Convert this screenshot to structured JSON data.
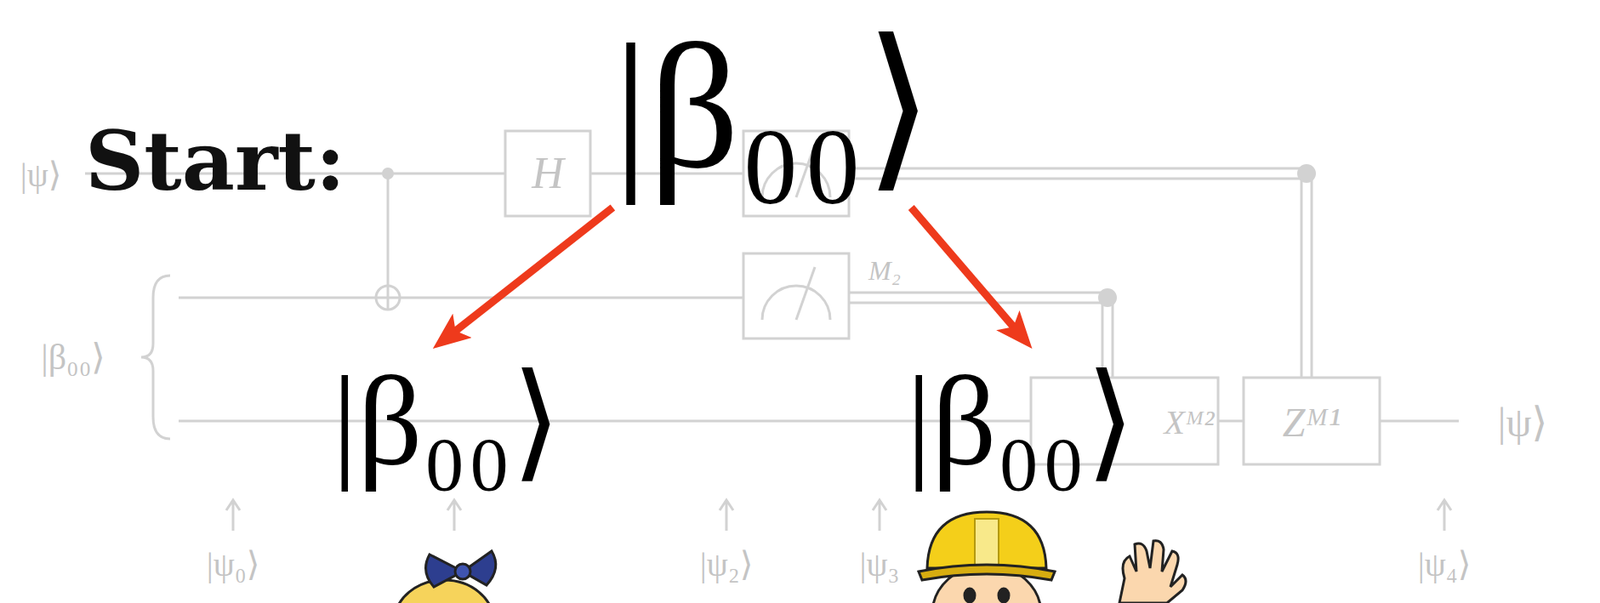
{
  "diagram": {
    "nodes": [
      {
        "text": [
          "|β₀₀⟩"
        ]
      },
      {
        "text": [
          "|β₀₀⟩"
        ]
      },
      {
        "text": [
          "|β₀₀⟩"
        ]
      }
    ],
    "edges": [
      {
        "from": 0,
        "to": 1,
        "arrow": "to"
      },
      {
        "from": 0,
        "to": 2,
        "arrow": "to"
      }
    ],
    "labels": [
      "Start:",
      "|ψ⟩",
      "H",
      "M₂",
      "|β₀₀⟩",
      "Xᴹ²",
      "Zᴹ¹",
      "|ψ⟩",
      "|ψ₀⟩",
      "|ψ₂⟩",
      "|ψ₃",
      "|ψ₄⟩"
    ]
  }
}
